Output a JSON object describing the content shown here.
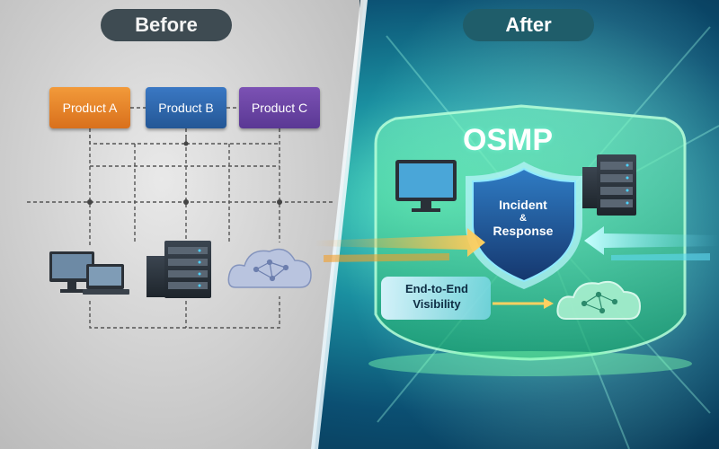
{
  "labels": {
    "before": "Before",
    "after": "After"
  },
  "before_panel": {
    "products": [
      "Product A",
      "Product B",
      "Product C"
    ],
    "devices": [
      "computer-monitors-icon",
      "server-rack-icon",
      "cloud-network-icon"
    ]
  },
  "after_panel": {
    "platform": "OSMP",
    "shield_title_line1": "Incident",
    "shield_title_line2": "&",
    "shield_title_line3": "Response",
    "visibility_line1": "End-to-End",
    "visibility_line2": "Visibility",
    "devices": [
      "monitor-icon",
      "server-rack-icon",
      "cloud-network-icon",
      "shield-icon"
    ]
  },
  "colors": {
    "product_a": "#e9832a",
    "product_b": "#2f68ae",
    "product_c": "#6a45a4",
    "accent_green": "#3fe39a",
    "accent_cyan": "#5fd8f0",
    "accent_orange": "#f3a02c"
  }
}
